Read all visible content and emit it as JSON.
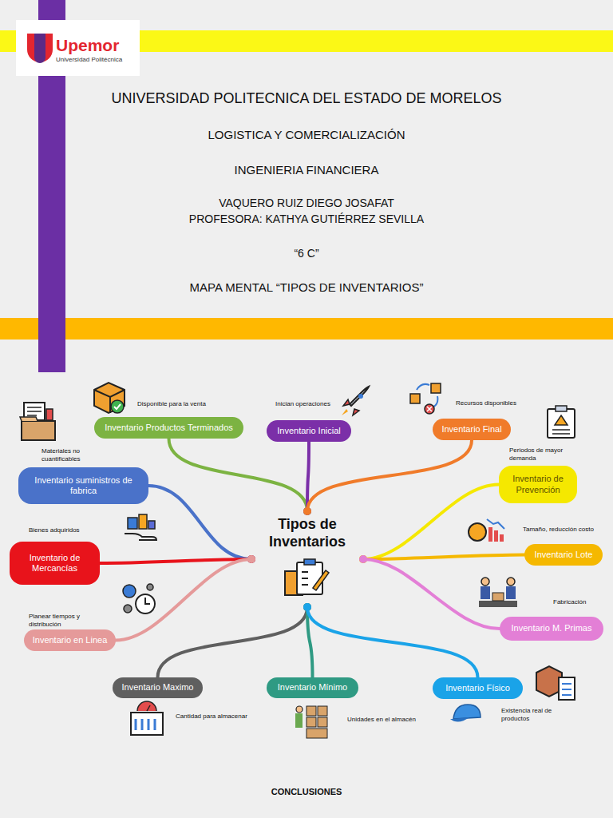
{
  "diagram": {
    "title": "UNIVERSIDAD POLITECNICA DEL ESTADO DE MORELOS",
    "nodes": [
      {
        "text": [
          "Tipos de Inventarios"
        ]
      },
      {
        "text": [
          "Inventario Productos Terminados"
        ]
      },
      {
        "text": [
          "Inventario Inicial"
        ]
      },
      {
        "text": [
          "Inventario Final"
        ]
      },
      {
        "text": [
          "Inventario suministros de fabrica"
        ]
      },
      {
        "text": [
          "Inventario de Prevención"
        ]
      },
      {
        "text": [
          "Inventario de Mercancías"
        ]
      },
      {
        "text": [
          "Inventario Lote"
        ]
      },
      {
        "text": [
          "Inventario en Linea"
        ]
      },
      {
        "text": [
          "Inventario M. Primas"
        ]
      },
      {
        "text": [
          "Inventario Maximo"
        ]
      },
      {
        "text": [
          "Inventario Mínimo"
        ]
      },
      {
        "text": [
          "Inventario Físico"
        ]
      }
    ],
    "edges": [
      {
        "from": 0,
        "to": 1,
        "arrow": "none"
      },
      {
        "from": 0,
        "to": 2,
        "arrow": "none"
      },
      {
        "from": 0,
        "to": 3,
        "arrow": "none"
      },
      {
        "from": 0,
        "to": 4,
        "arrow": "none"
      },
      {
        "from": 0,
        "to": 5,
        "arrow": "none"
      },
      {
        "from": 0,
        "to": 6,
        "arrow": "none"
      },
      {
        "from": 0,
        "to": 7,
        "arrow": "none"
      },
      {
        "from": 0,
        "to": 8,
        "arrow": "none"
      },
      {
        "from": 0,
        "to": 9,
        "arrow": "none"
      },
      {
        "from": 0,
        "to": 10,
        "arrow": "none"
      },
      {
        "from": 0,
        "to": 11,
        "arrow": "none"
      },
      {
        "from": 0,
        "to": 12,
        "arrow": "none"
      }
    ],
    "labels": [
      "Upemor",
      "Universidad Politécnica",
      "LOGISTICA Y COMERCIALIZACIÓN",
      "INGENIERIA FINANCIERA",
      "VAQUERO RUIZ DIEGO JOSAFAT",
      "PROFESORA: KATHYA GUTIÉRREZ SEVILLA",
      "“6 C”",
      "MAPA MENTAL “TIPOS DE INVENTARIOS”",
      "Disponible para la venta",
      "Inician operaciones",
      "Recursos disponibles",
      "Materiales no cuantificables",
      "Periodos de mayor demanda",
      "Bienes adquiridos",
      "Tamaño, reducción costo",
      "Fabricación",
      "Planear tiempos y distribución",
      "Cantidad para almacenar",
      "Unidades en el almacén",
      "Existencia real de productos",
      "CONCLUSIONES"
    ]
  }
}
